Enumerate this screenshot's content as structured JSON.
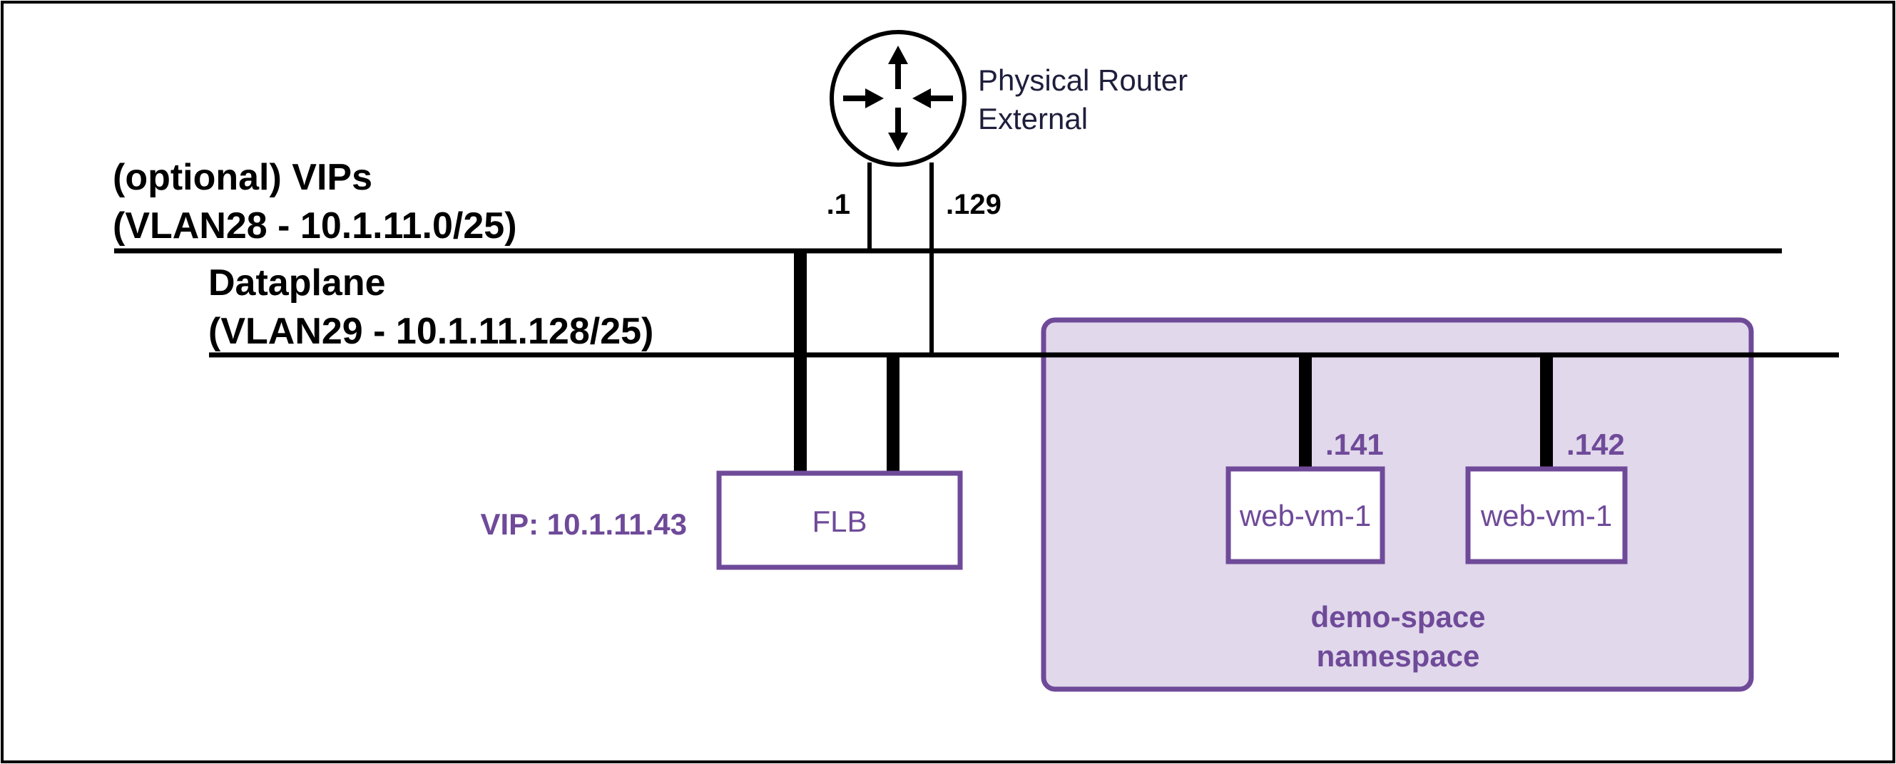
{
  "router": {
    "label_line1": "Physical Router",
    "label_line2": "External",
    "port_left": ".1",
    "port_right": ".129"
  },
  "vip_network": {
    "label_line1": "(optional) VIPs",
    "label_line2": "(VLAN28 - 10.1.11.0/25)"
  },
  "dataplane_network": {
    "label_line1": "Dataplane",
    "label_line2": "(VLAN29 - 10.1.11.128/25)"
  },
  "flb": {
    "label": "FLB",
    "vip_label": "VIP: 10.1.11.43"
  },
  "namespace": {
    "label_line1": "demo-space",
    "label_line2": "namespace"
  },
  "vms": [
    {
      "label": "web-vm-1",
      "ip": ".141"
    },
    {
      "label": "web-vm-1",
      "ip": ".142"
    }
  ],
  "colors": {
    "accent": "#6f4a99",
    "namespace_fill": "#e1d8eb",
    "router_text": "#1e1e3c",
    "line": "#000000"
  }
}
